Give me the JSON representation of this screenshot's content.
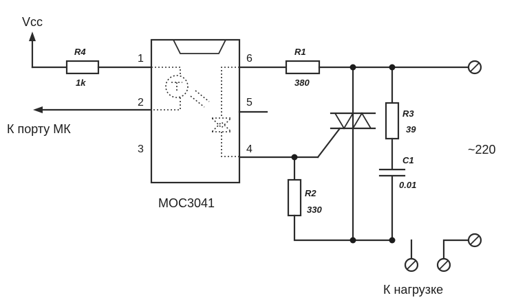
{
  "labels": {
    "vcc": "Vcc",
    "mcu_port": "К порту МК",
    "chip": "MOC3041",
    "mains": "~220",
    "load": "К нагрузке"
  },
  "pins": {
    "p1": "1",
    "p2": "2",
    "p3": "3",
    "p4": "4",
    "p5": "5",
    "p6": "6"
  },
  "components": {
    "r4": {
      "ref": "R4",
      "value": "1k"
    },
    "r1": {
      "ref": "R1",
      "value": "380"
    },
    "r2": {
      "ref": "R2",
      "value": "330"
    },
    "r3": {
      "ref": "R3",
      "value": "39"
    },
    "c1": {
      "ref": "C1",
      "value": "0.01"
    }
  }
}
